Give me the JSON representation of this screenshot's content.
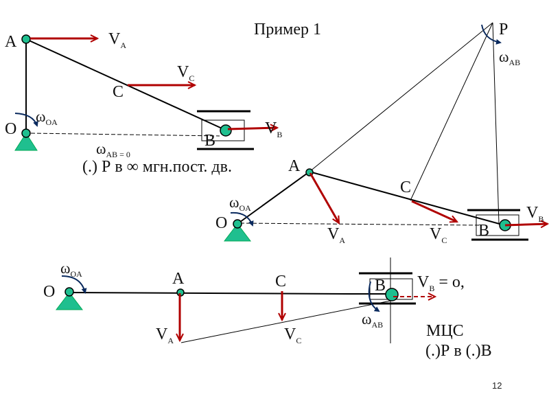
{
  "slide": {
    "title": "Пример 1",
    "page_number": "12"
  },
  "colors": {
    "link": "#000000",
    "velocity": "#b00000",
    "joint_fill": "#1fbf8f",
    "omega_arrow": "#0a2a5e"
  },
  "diagram1": {
    "label_A": "A",
    "label_O": "O",
    "label_C": "C",
    "label_B": "B",
    "vA": {
      "main": "V",
      "sub": "A"
    },
    "vC": {
      "main": "V",
      "sub": "C"
    },
    "vB": {
      "main": "V",
      "sub": "B"
    },
    "omega_OA": {
      "main": "ω",
      "sub": "OA"
    },
    "omega_AB": {
      "main": "ω",
      "sub": "AB = 0"
    },
    "caption": "(.) Р в ∞ мгн.пост. дв."
  },
  "diagram2": {
    "label_P": "P",
    "label_A": "A",
    "label_O": "O",
    "label_C": "C",
    "label_B": "B",
    "omega_AB": {
      "main": "ω",
      "sub": "AB"
    },
    "omega_OA": {
      "main": "ω",
      "sub": "OA"
    },
    "vA": {
      "main": "V",
      "sub": "A"
    },
    "vC": {
      "main": "V",
      "sub": "C"
    },
    "vB": {
      "main": "V",
      "sub": "B"
    }
  },
  "diagram3": {
    "label_O": "O",
    "label_A": "A",
    "label_C": "C",
    "label_B": "B",
    "omega_OA": {
      "main": "ω",
      "sub": "OA"
    },
    "omega_AB": {
      "main": "ω",
      "sub": "AB"
    },
    "vA": {
      "main": "V",
      "sub": "A"
    },
    "vC": {
      "main": "V",
      "sub": "C"
    },
    "vB": {
      "main": "V",
      "sub": "B",
      "suffix": " = о,"
    },
    "caption_line1": "МЦС",
    "caption_line2": "(.)Р в (.)В"
  }
}
